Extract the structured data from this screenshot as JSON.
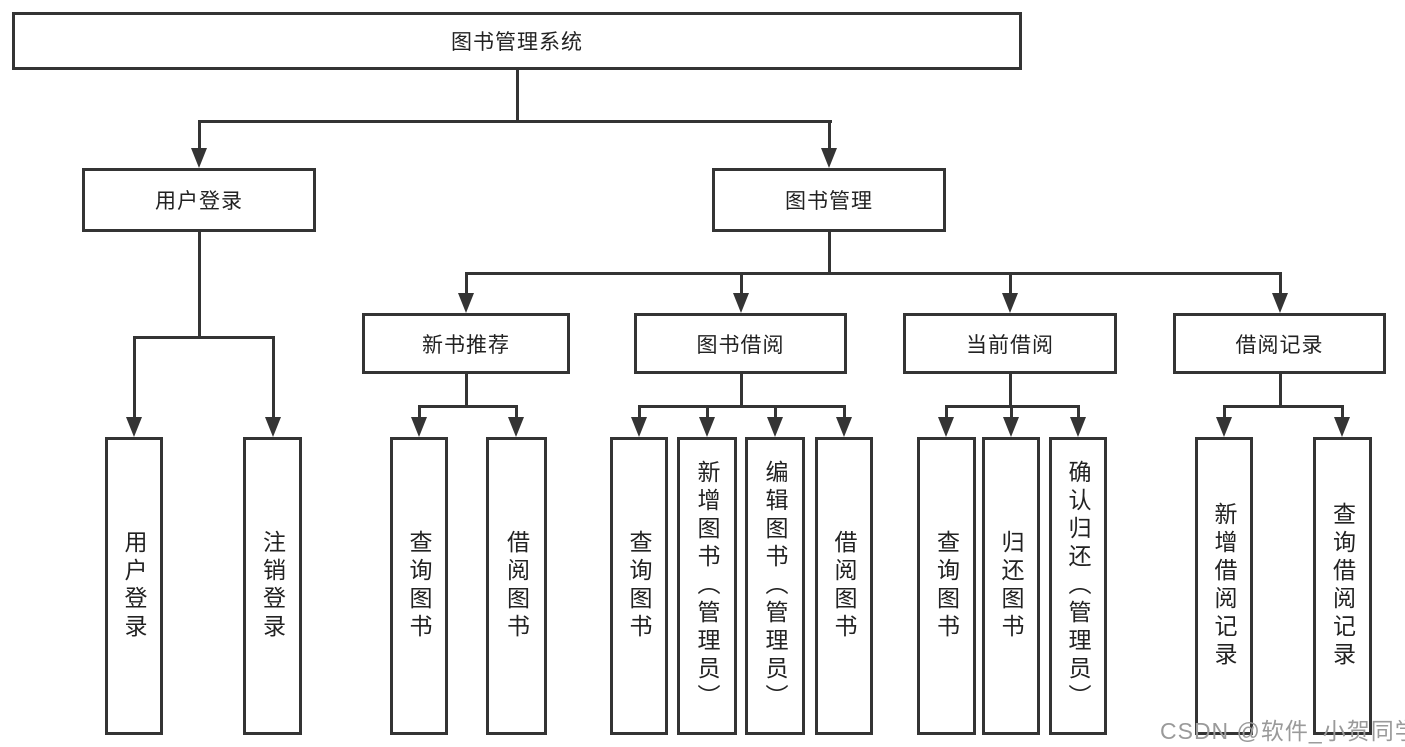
{
  "diagram_type": "functional-structure-tree",
  "tree": {
    "label": "图书管理系统",
    "children": [
      {
        "label": "用户登录",
        "children": [
          {
            "label": "用户登录"
          },
          {
            "label": "注销登录"
          }
        ]
      },
      {
        "label": "图书管理",
        "children": [
          {
            "label": "新书推荐",
            "children": [
              {
                "label": "查询图书"
              },
              {
                "label": "借阅图书"
              }
            ]
          },
          {
            "label": "图书借阅",
            "children": [
              {
                "label": "查询图书"
              },
              {
                "label": "新增图书（管理员）"
              },
              {
                "label": "编辑图书（管理员）"
              },
              {
                "label": "借阅图书"
              }
            ]
          },
          {
            "label": "当前借阅",
            "children": [
              {
                "label": "查询图书"
              },
              {
                "label": "归还图书"
              },
              {
                "label": "确认归还（管理员）"
              }
            ]
          },
          {
            "label": "借阅记录",
            "children": [
              {
                "label": "新增借阅记录"
              },
              {
                "label": "查询借阅记录"
              }
            ]
          }
        ]
      }
    ]
  },
  "watermark": {
    "text": "CSDN @软件_小贺同学"
  },
  "colors": {
    "background": "#ffffff",
    "line": "#343434",
    "box_border": "#343434",
    "box_fill": "#ffffff",
    "text": "#222222",
    "watermark": "#9a9a9a"
  }
}
